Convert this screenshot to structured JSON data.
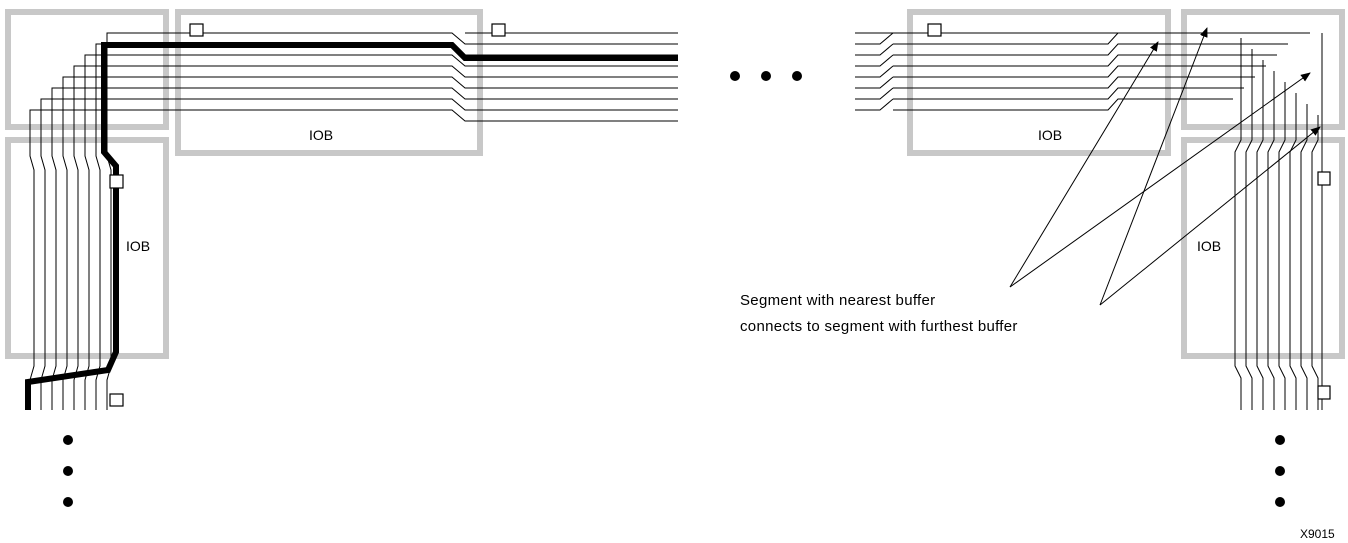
{
  "labels": {
    "iob_top_left": "IOB",
    "iob_left": "IOB",
    "iob_top_right": "IOB",
    "iob_right": "IOB"
  },
  "annotation": {
    "line1": "Segment with nearest buffer",
    "line2": "connects to segment with furthest buffer"
  },
  "figure_id": "X9015"
}
